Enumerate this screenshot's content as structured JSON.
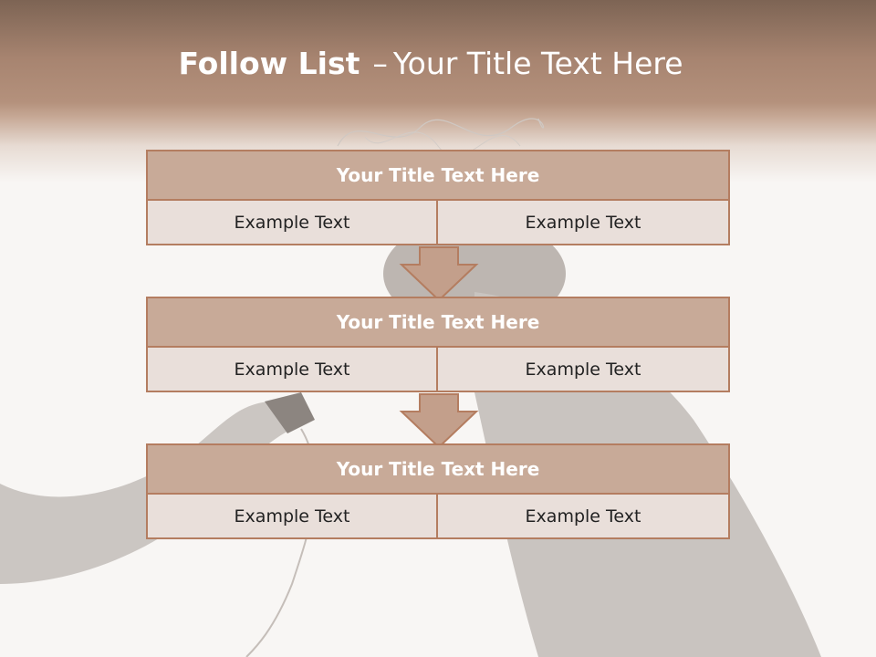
{
  "slide": {
    "title_bold": "Follow List",
    "title_dash": "–",
    "title_rest": "Your Title Text Here"
  },
  "steps": [
    {
      "title": "Your Title Text Here",
      "left": "Example Text",
      "right": "Example Text"
    },
    {
      "title": "Your Title Text Here",
      "left": "Example Text",
      "right": "Example Text"
    },
    {
      "title": "Your Title Text Here",
      "left": "Example Text",
      "right": "Example Text"
    }
  ],
  "colors": {
    "header_dark": "#7d6454",
    "header_mid": "#a78470",
    "box_title": "#c8aa98",
    "box_cell": "#e9dfda",
    "border": "#b47d60",
    "arrow_fill": "#c39f8b"
  },
  "icons": [
    "down-arrow-icon"
  ]
}
